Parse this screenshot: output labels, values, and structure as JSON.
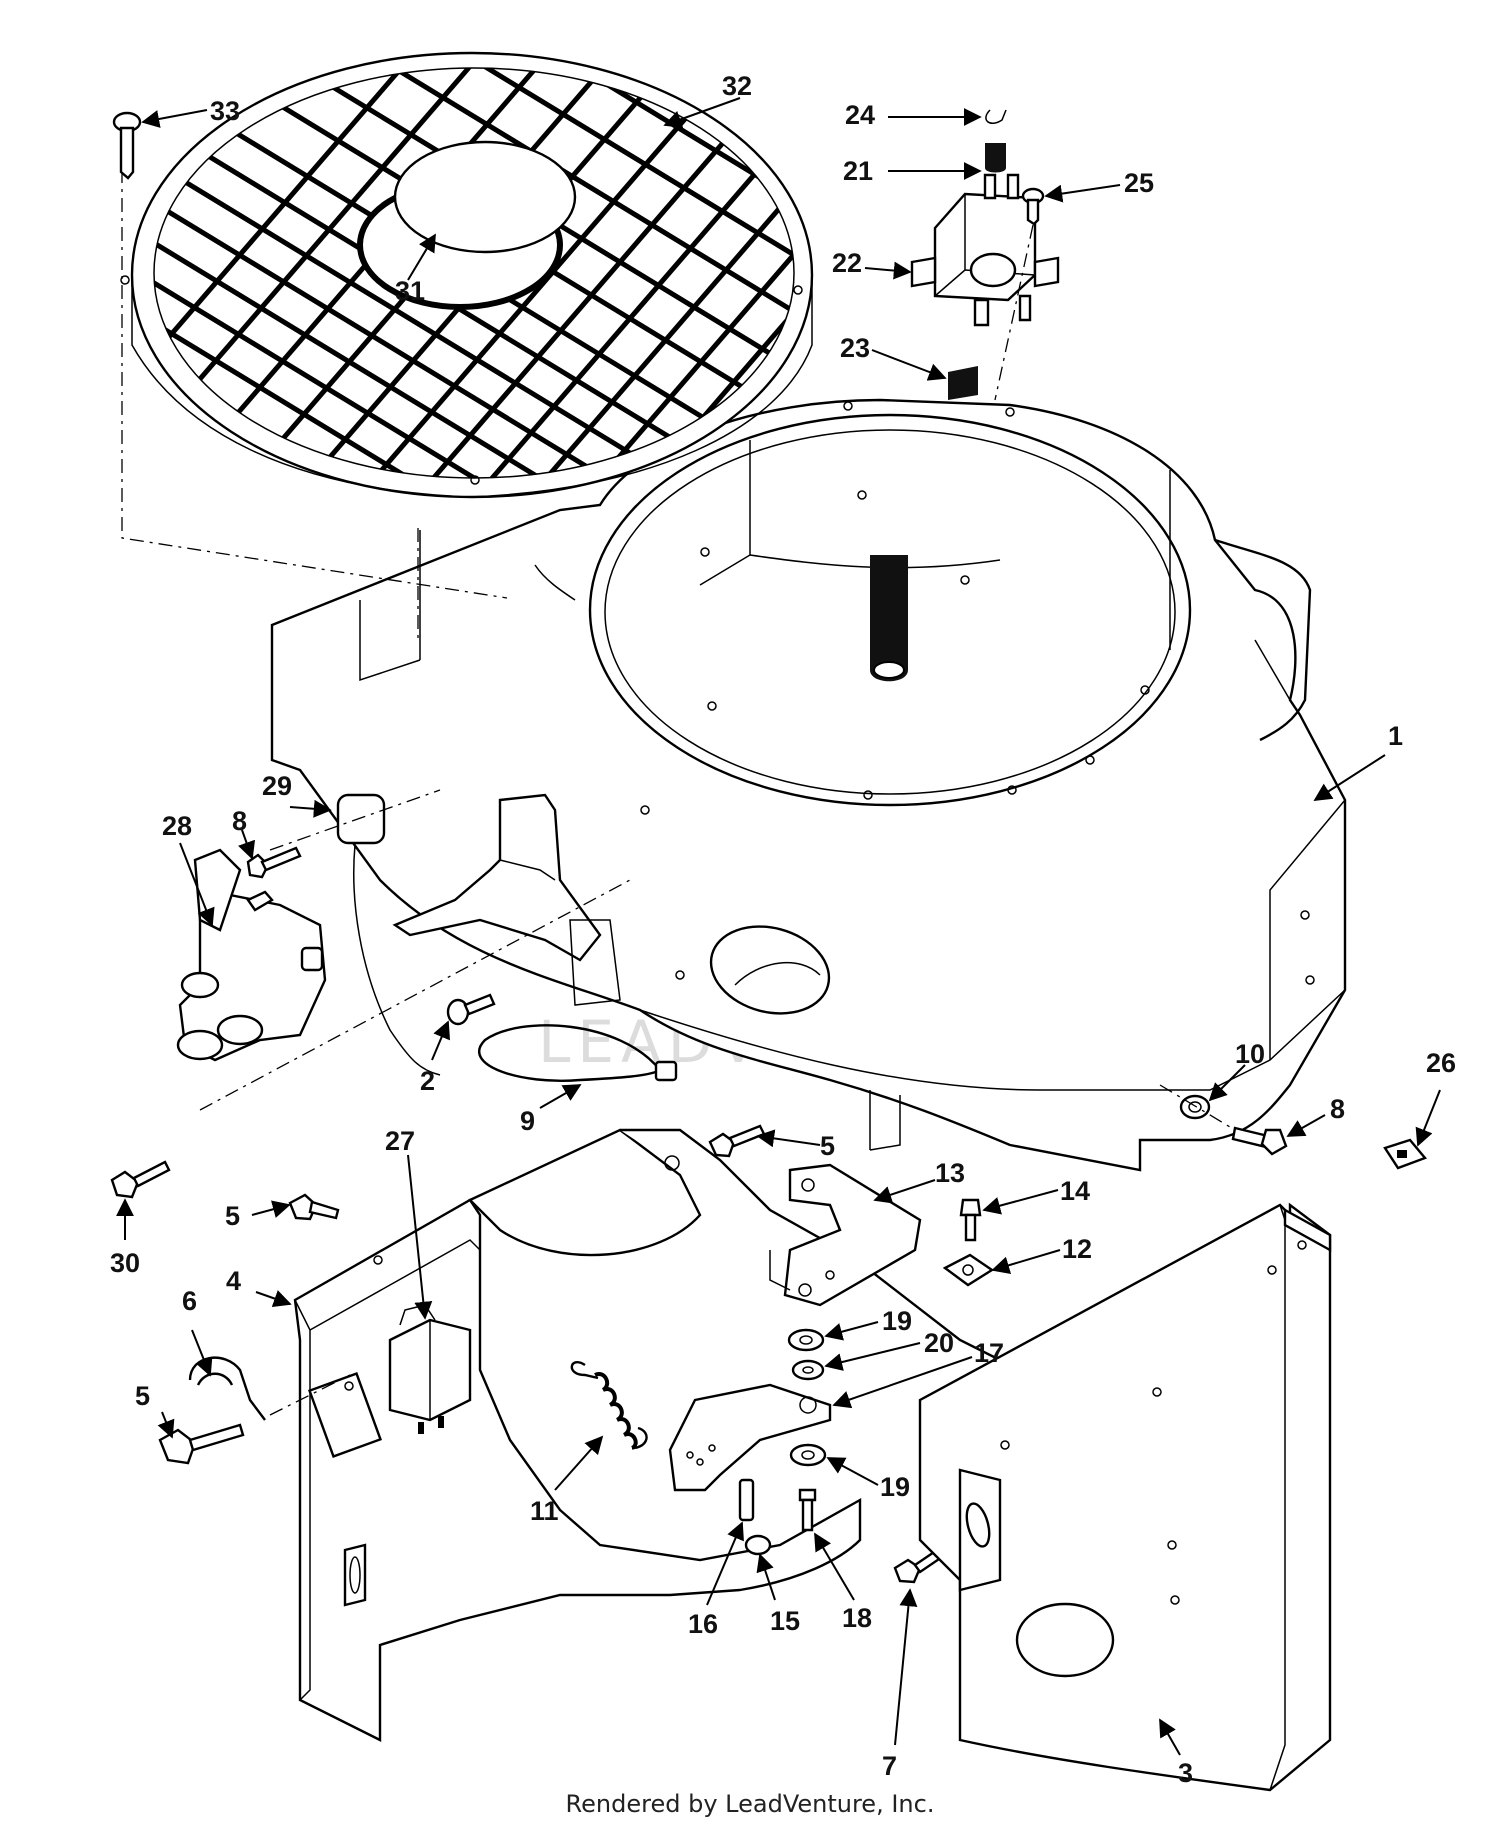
{
  "diagram": {
    "footer_text": "Rendered by LeadVenture, Inc.",
    "watermark_text": "LEADVENTURE",
    "callouts": [
      "1",
      "2",
      "3",
      "4",
      "5",
      "5",
      "5",
      "6",
      "7",
      "8",
      "8",
      "9",
      "10",
      "11",
      "12",
      "13",
      "14",
      "15",
      "16",
      "17",
      "18",
      "19",
      "19",
      "20",
      "21",
      "22",
      "23",
      "24",
      "25",
      "26",
      "27",
      "28",
      "29",
      "30",
      "31",
      "32",
      "33"
    ]
  }
}
